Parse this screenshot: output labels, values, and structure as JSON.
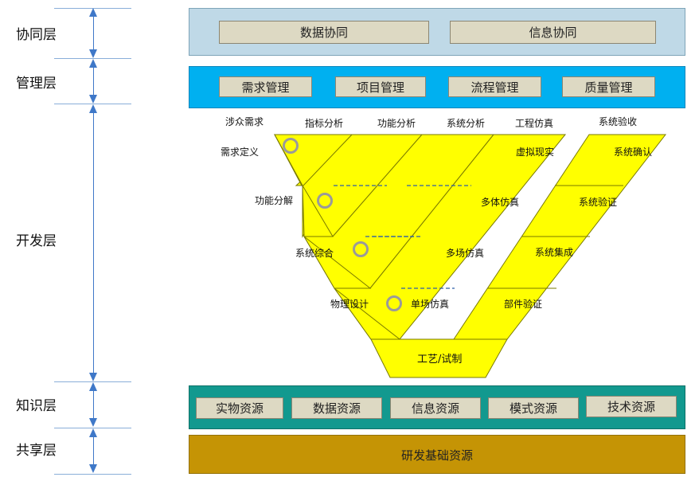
{
  "layers": {
    "collab": "协同层",
    "mgmt": "管理层",
    "dev": "开发层",
    "know": "知识层",
    "share": "共享层"
  },
  "collab_boxes": [
    "数据协同",
    "信息协同"
  ],
  "mgmt_boxes": [
    "需求管理",
    "项目管理",
    "流程管理",
    "质量管理"
  ],
  "top_labels": [
    "涉众需求",
    "指标分析",
    "功能分析",
    "系统分析",
    "工程仿真",
    "系统验收"
  ],
  "v_labels": {
    "req_define": "需求定义",
    "func_decomp": "功能分解",
    "sys_synth": "系统综合",
    "phys_design": "物理设计",
    "single_sim": "单场仿真",
    "multi_sim": "多场仿真",
    "multibody_sim": "多体仿真",
    "virtual_reality": "虚拟现实",
    "sys_confirm": "系统确认",
    "sys_verify": "系统验证",
    "sys_integrate": "系统集成",
    "part_verify": "部件验证",
    "process": "工艺/试制"
  },
  "know_boxes": [
    "实物资源",
    "数据资源",
    "信息资源",
    "模式资源",
    "技术资源"
  ],
  "share_text": "研发基础资源",
  "colors": {
    "collab_bg": "#bfd9e7",
    "mgmt_bg": "#00b0f0",
    "know_bg": "#12998f",
    "share_bg": "#c59405",
    "box_bg": "#ddd9c3",
    "band_fill": "#ffff00",
    "band_stroke": "#7a7a00",
    "axis": "#3f78c8",
    "dash": "#2f5fa8"
  },
  "icons": [
    "refresh-icon"
  ]
}
